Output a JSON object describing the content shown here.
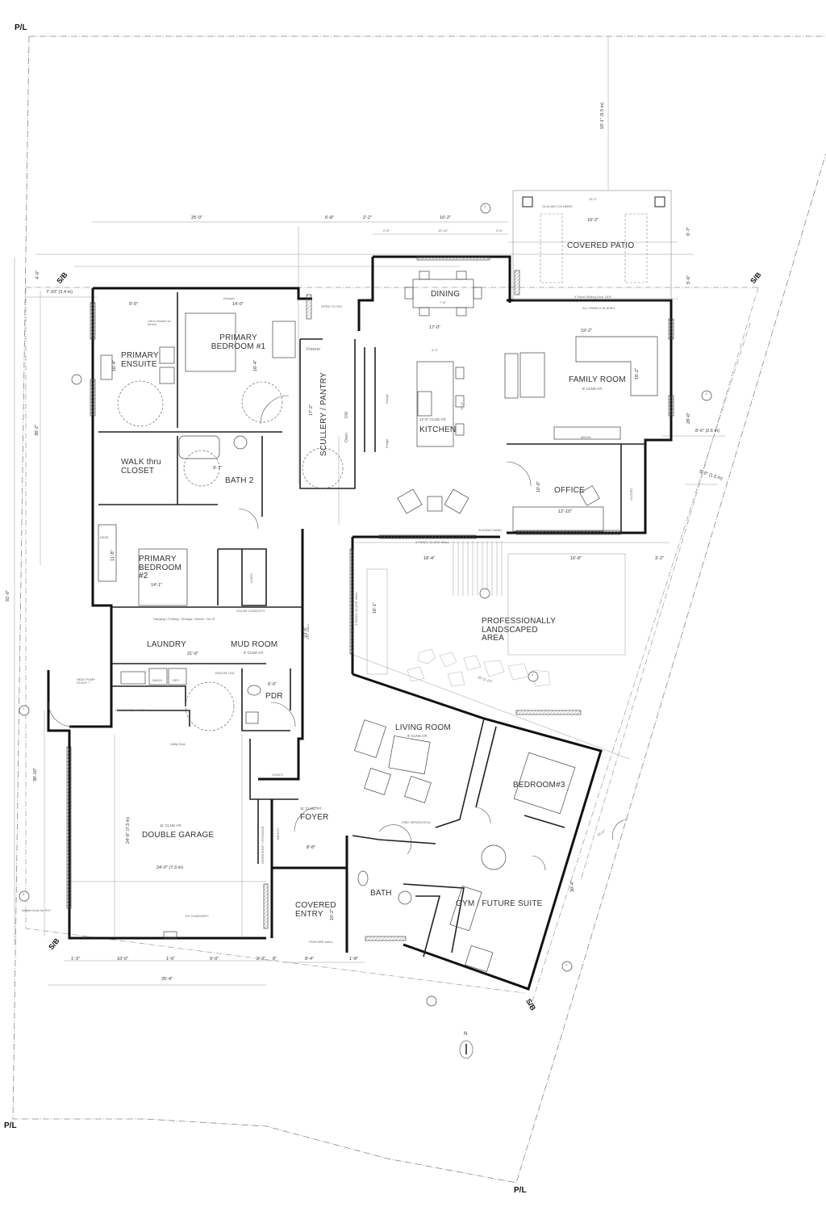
{
  "plan": {
    "property_line_label": "P/L",
    "setback_label": "S/B",
    "north_label": "N"
  },
  "rooms": {
    "primary_ensuite": "PRIMARY ENSUITE",
    "primary_bedroom_1": "PRIMARY BEDROOM #1",
    "walk_thru_closet": "WALK thru CLOSET",
    "bath_2": "BATH 2",
    "primary_bedroom_2": "PRIMARY BEDROOM #2",
    "laundry": "LAUNDRY",
    "mud_room": "MUD ROOM",
    "mud_room_ceiling": "9' CLNG HT.",
    "pdr": "PDR",
    "scullery": "SCULLERY / PANTRY",
    "dining": "DINING",
    "kitchen": "KITCHEN",
    "kitchen_ceiling": "12'-6\" CLNG HT.",
    "covered_patio": "COVERED PATIO",
    "family_room": "FAMILY ROOM",
    "family_room_ceiling": "9' CLNG HT.",
    "office": "OFFICE",
    "landscaped": "PROFESSIONALLY LANDSCAPED AREA",
    "living_room": "LIVING ROOM",
    "living_room_ceiling": "9' CLNG HT.",
    "bedroom_3": "BEDROOM#3",
    "gym": "GYM / FUTURE SUITE",
    "bath": "BATH",
    "foyer": "FOYER",
    "foyer_ceiling": "11' CLNG HT.",
    "covered_entry": "COVERED ENTRY",
    "double_garage": "DOUBLE GARAGE",
    "garage_ceiling": "11' CLNG HT."
  },
  "notes": {
    "roll_in_shower": "roll in shower w/ bench",
    "dresser": "Dresser",
    "desk": "DESK",
    "linen": "LINEN",
    "hanging": "Hanging / Folding / Storage / Bench / for ID",
    "heat_pump": "HEAT PUMP STACK ?",
    "wash": "WASH",
    "dry": "DRY",
    "mech_room": "DN TO MECH ROOM",
    "utility_sink": "Utility Sink",
    "coats": "COATS",
    "bench": "BENCH",
    "workshop": "WORKSHOP / STORAGE",
    "ev_charger": "EV CHARGER?",
    "waste_drain": "Waste Drain for RV?",
    "feature_wall": "FEATURE WALL",
    "art_wall": "ART WALL",
    "glulam": "GLULAM COLUMNS",
    "sliding_door": "4 Panel Sliding Door 16'6\"",
    "all_panels": "ALL PANELS SLIDING",
    "glass_wall": "3 PANEL GLASS WALL",
    "glass_wall_v": "3 PANEL GLASS WALL",
    "closet": "CLOSET",
    "media": "MEDIA",
    "freezer": "Freezer",
    "dw": "DW",
    "oven": "Oven",
    "range": "Range",
    "fridge": "Fridge",
    "open_to_sky": "OPEN TO SKY",
    "fire_separation": "FIRE SEPARATION",
    "sliding_panel": "SLIDING PANEL",
    "solar_conduits": "SOLAR CONDUITS",
    "radon": "RADON T&D"
  },
  "dimensions": {
    "top_25_0": "25'-0\"",
    "top_6_8": "6'-8\"",
    "top_2_2": "2'-2\"",
    "top_16_2": "16'-2\"",
    "top_2_8a": "2'-8\"",
    "top_10_10": "10'-10\"",
    "top_2_8b": "2'-8\"",
    "setback_18_1": "18'-1\" (5.5 m)",
    "left_7_10": "7'-10\" (2.4 m)",
    "left_4_0": "4'-0\"",
    "left_38_2": "38'-2\"",
    "left_81_0": "81'-0\"",
    "left_38_10": "38'-10\"",
    "ensuite_9_0": "9'-0\"",
    "ensuite_16_4": "16'-4\"",
    "bed1_14_0": "14'-0\"",
    "bed1_16_4": "16'-4\"",
    "dining_17_0": "17'-0\"",
    "dining_7_8": "7'-8\"",
    "patio_19_2": "19'-2\"",
    "patio_15_2": "15'-2\"",
    "patio_6_7": "6'-7\"",
    "patio_5_6": "5'-6\"",
    "family_19_2": "19'-2\"",
    "family_16_2": "16'-2\"",
    "right_28_0": "28'-0\"",
    "right_8_6": "8'-6\" (2.6 m)",
    "right_5_0": "5'-0\" (1.5 m)",
    "office_12_10": "12'-10\"",
    "office_10_0": "10'-0\"",
    "scullery_17_2": "17'-2\"",
    "kitchen_4_3": "4'-3\"",
    "kitchen_10_0": "10'-0\"",
    "bath2_9_7": "9'-7\"",
    "bed2_14_1": "14'-1\"",
    "bed2_11_8": "11'-8\"",
    "laundry_21_6": "21'-6\"",
    "mud_23_6": "23'-6\"",
    "pdr_6_0": "6'-0\"",
    "land_18_4": "18'-4\"",
    "land_16_8": "16'-8\"",
    "land_16_1": "16'-1\"",
    "land_3_2": "3'-2\"",
    "land_30_11": "30'-11 1/2\"",
    "garage_24_0_h": "24'-0\" (7.3 m)",
    "garage_24_0_v": "24'-0\" (7.3 m)",
    "bot_1_3": "1'-3\"",
    "bot_10_0": "10'-0\"",
    "bot_1_6": "1'-6\"",
    "bot_9_0": "9'-0\"",
    "bot_2_3": "2'-3\"",
    "bot_8": "8\"",
    "bot_8_4": "8'-4\"",
    "bot_1_8": "1'-8\"",
    "bot_25_4": "25'-4\"",
    "entry_10_2": "10'-2\"",
    "foyer_8_8": "8'-8\"",
    "gym_30_4": "30'-4\"",
    "angle": "10.27°"
  },
  "section_markers": [
    {
      "id": "1",
      "sheet": "A6"
    },
    {
      "id": "2",
      "sheet": "A6"
    },
    {
      "id": "3",
      "sheet": "A6"
    },
    {
      "id": "4",
      "sheet": "A6"
    },
    {
      "id": "5",
      "sheet": "A7"
    },
    {
      "id": "7",
      "sheet": "A7"
    }
  ]
}
